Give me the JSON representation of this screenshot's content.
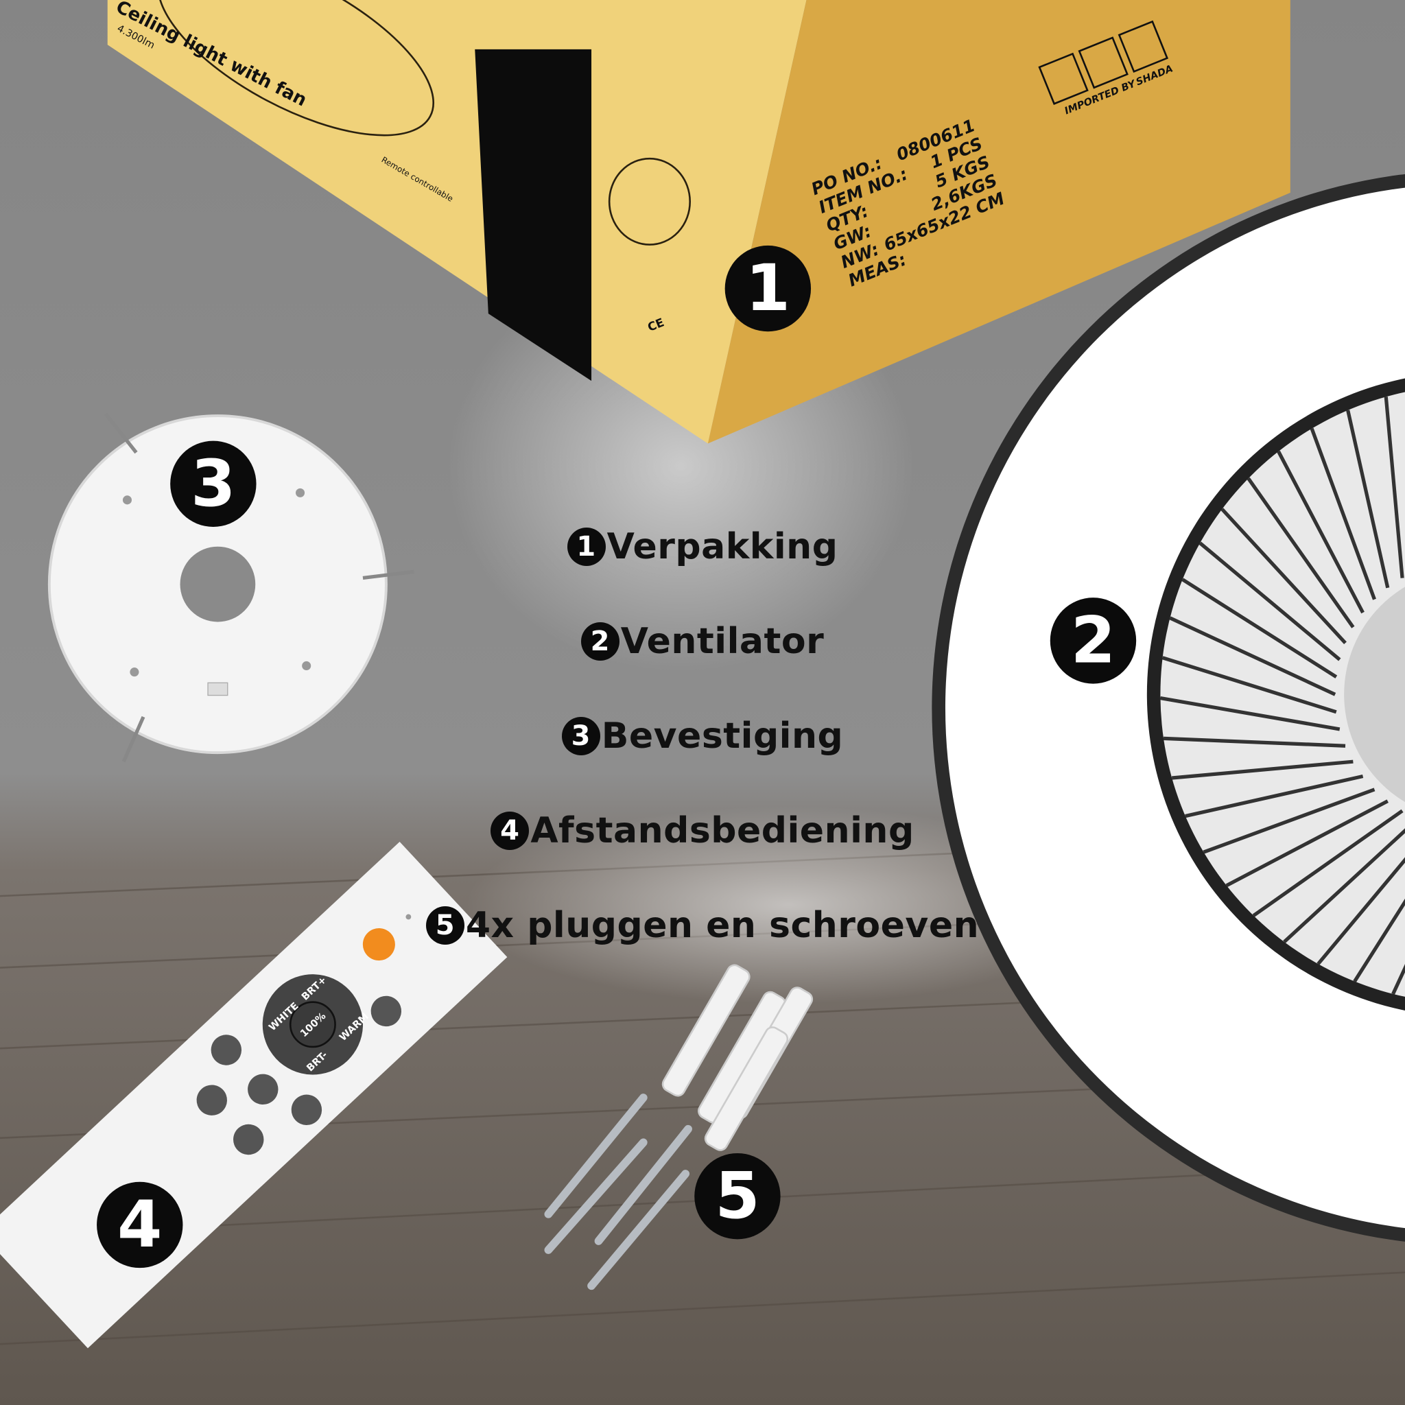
{
  "legend": {
    "items": [
      {
        "number": "1",
        "label": "Verpakking"
      },
      {
        "number": "2",
        "label": "Ventilator"
      },
      {
        "number": "3",
        "label": "Bevestiging"
      },
      {
        "number": "4",
        "label": "Afstandsbediening"
      },
      {
        "number": "5",
        "label": "4x pluggen en schroeven"
      }
    ]
  },
  "badges": {
    "box": "1",
    "fan": "2",
    "mount": "3",
    "remote": "4",
    "screws": "5"
  },
  "box": {
    "title": "Ceiling light with fan",
    "lumen": "4.300lm",
    "remote_label": "Remote controllable",
    "imported_by": "IMPORTED BY",
    "importer": "SHADA",
    "labels": [
      "PO NO.:",
      "ITEM NO.:",
      "QTY:",
      "GW:",
      "NW:",
      "MEAS:"
    ],
    "values": [
      "0800611",
      "1 PCS",
      "5 KGS",
      "2,6KGS",
      "65x65x22 CM"
    ],
    "ce_mark": "CE"
  },
  "remote": {
    "center_label": "100%",
    "dpad": {
      "up_left": "WHITE",
      "up_right": "BRT+",
      "down_left": "BRT-",
      "down_right": "WARM"
    }
  },
  "colors": {
    "box_light": "#f0d27a",
    "box_dark": "#d9a845",
    "badge": "#0b0b0b",
    "power_button": "#f28c1e",
    "fan_ring": "#2b2b2b"
  }
}
